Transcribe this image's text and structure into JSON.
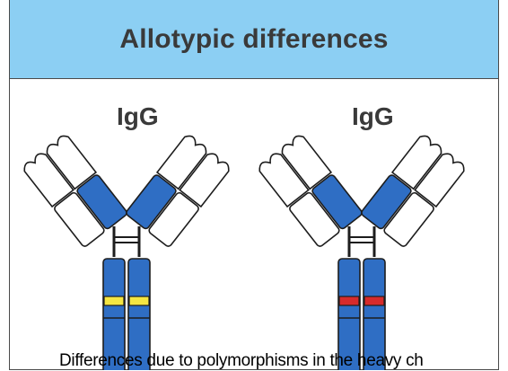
{
  "header": {
    "title": "Allotypic differences"
  },
  "antibodies": [
    {
      "label": "IgG",
      "marker_color": "#f5e642"
    },
    {
      "label": "IgG",
      "marker_color": "#d62b2b"
    }
  ],
  "caption": "Differences due to polymorphisms in the heavy ch",
  "colors": {
    "header_bg": "#8ccff3",
    "domain_blue": "#2f6ec4",
    "outline": "#1d1d1d"
  }
}
